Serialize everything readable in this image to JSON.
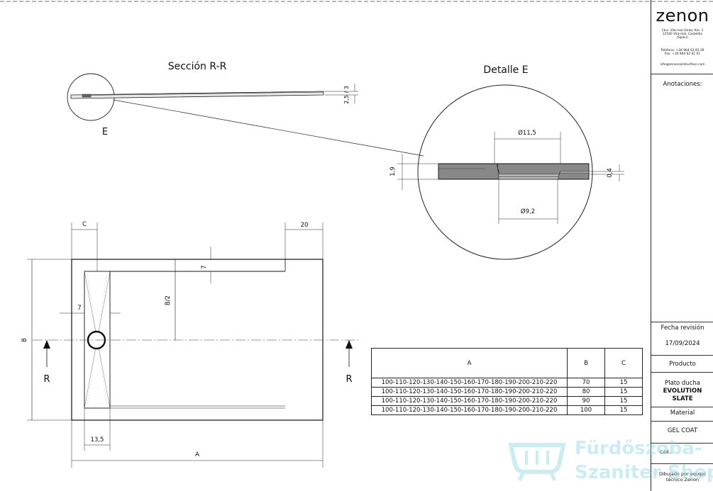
{
  "section_view": {
    "title": "Sección R-R",
    "detail_marker": "E",
    "dim_thickness": "2,5 / 3"
  },
  "detail_view": {
    "title": "Detalle E",
    "dim_outer_dia": "Ø11,5",
    "dim_inner_dia": "Ø9,2",
    "dim_height": "1,9",
    "dim_step": "0,4"
  },
  "plan_view": {
    "dim_c": "C",
    "dim_20": "20",
    "dim_7_top": "7",
    "dim_b_half": "B/2",
    "dim_7_left": "7",
    "dim_b": "B",
    "dim_13_5": "13,5",
    "dim_a": "A",
    "section_label_left": "R",
    "section_label_right": "R"
  },
  "spec_table": {
    "headers": [
      "A",
      "B",
      "C"
    ],
    "rows": [
      [
        "100-110-120-130-140-150-160-170-180-190-200-210-220",
        "70",
        "15"
      ],
      [
        "100-110-120-130-140-150-160-170-180-190-200-210-220",
        "80",
        "15"
      ],
      [
        "100-110-120-130-140-150-160-170-180-190-200-210-220",
        "90",
        "15"
      ],
      [
        "100-110-120-130-140-150-160-170-180-190-200-210-220",
        "100",
        "15"
      ]
    ]
  },
  "title_block": {
    "brand": "zenon",
    "address_1": "Ctra. Vila-real-Onda, Km. 1",
    "address_2": "12540 Vila-real, Castellón",
    "address_3": "(Spain)",
    "phone": "Teléfono: +34 964 63 81 28",
    "fax": "Fax: +34 964 62 61 01",
    "email": "info@zenonsolidsurface.com",
    "notes_label": "Anotaciones:",
    "date_label": "Fecha revisión",
    "date_value": "17/09/2024",
    "product_label": "Producto",
    "product_line1": "Plato ducha",
    "product_line2": "EVOLUTION",
    "product_line3": "SLATE",
    "material_label": "Material",
    "material_value": "GEL COAT",
    "code_label": "Cód.:",
    "drawn_line1": "Dibujado por equipo",
    "drawn_line2": "técnico Zenon"
  },
  "watermark": {
    "line1": "Fürdőszoba-",
    "line2": "Szaniter Shop",
    "color": "#8fd6e6"
  }
}
